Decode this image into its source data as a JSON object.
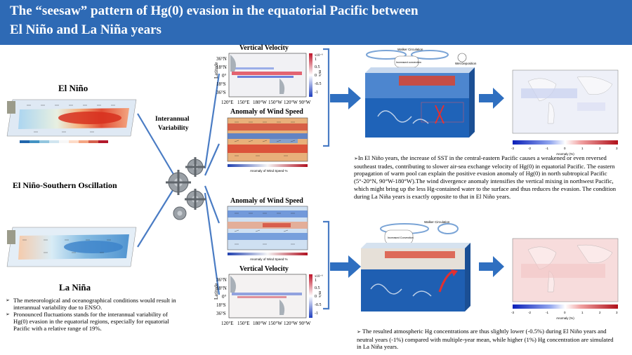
{
  "header": {
    "title_line1": "The “seesaw” pattern of Hg(0) evasion in the equatorial Pacific between",
    "title_line2": "El Niño and La Niña years"
  },
  "left": {
    "el_nino_label": "El Niño",
    "la_nina_label": "La Niña",
    "enso_label": "El Niño-Southern Oscillation",
    "variability_line1": "Interannual",
    "variability_line2": "Variability",
    "bullets": [
      "The meteorological and oceanographical conditions would result in interannual variability due to ENSO.",
      "Pronounced fluctuations stands for the interannual variability of Hg(0) evasion in the equatorial regions, especially for equatorial Pacific with a relative range of 19%."
    ]
  },
  "middle": {
    "top_vv_title": "Vertical Velocity",
    "top_ws_title": "Anomaly of Wind Speed",
    "bottom_ws_title": "Anomaly of Wind Speed",
    "bottom_vv_title": "Vertical Velocity",
    "vv_unit": "m/s",
    "vv_exp": "x10⁻⁶",
    "vv_ticks": [
      "1",
      "0.5",
      "0",
      "-0.5",
      "-1"
    ],
    "lat_label": "Latitude",
    "lat_ticks": [
      "36°N",
      "18°N",
      "0°",
      "18°S",
      "36°S"
    ],
    "lon_ticks": [
      "120°E",
      "150°E",
      "180°W",
      "150°W",
      "120°W",
      "90°W"
    ],
    "ws_colorbar_label": "Anomaly of Wind Speed %"
  },
  "right": {
    "walker_label": "Walker Circulation",
    "increased_convection": "Increased convection",
    "wet_deposition": "Wet Deposition",
    "increased_convection_bottom": "Increased Convection",
    "walker_label_bottom": "Walker Circulation",
    "anomaly_axis_label": "Anomaly (%)",
    "anomaly_ticks": [
      "-3",
      "-2",
      "-1",
      "0",
      "1",
      "2",
      "3"
    ],
    "description_top": "In El Niño years, the increase of SST in the central-eastern Pacific causes a weakened or even reversed southeast trades, contributing to slower air-sea exchange velocity of Hg(0) in equatorial Pacific. The eastern propagation of warm pool can explain the positive evasion anomaly of Hg(0) in north subtropical Pacific (5°-20°N, 90°W-180°W).The wind divergence anomaly intensifies the vertical mixing in northwest Pacific, which might bring up the less Hg-contained water to the surface and thus reduces the evasion. The condition during La Niña years is exactly opposite to that in El Niño years.",
    "description_bottom": "The resulted atmospheric Hg concentrations are thus slightly lower (-0.5%) during El Niño years and neutral years (-1%) compared with multiple-year mean, while higher (1%) Hg concentration are simulated in La Niña years."
  },
  "colors": {
    "header_bg": "#2e6ab5",
    "connector": "#4a7cc4",
    "arrow": "#2f6fc0",
    "warm": "#d7301f",
    "cool": "#2b6cc4"
  }
}
